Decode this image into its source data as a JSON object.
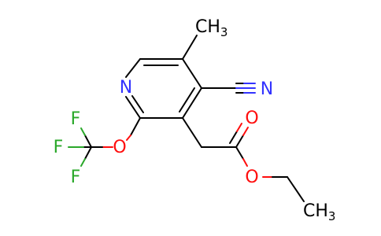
{
  "colors": {
    "bond": "#000000",
    "nitrogen": "#3333ff",
    "oxygen": "#ff0d0d",
    "fluorine": "#2aa82a"
  },
  "atoms": {
    "n_ring": "N",
    "n_nitrile": "N",
    "o_ether": "O",
    "o_carbonyl": "O",
    "o_ester": "O",
    "f1": "F",
    "f2": "F",
    "f3": "F",
    "ch3_top": {
      "main": "CH",
      "sub": "3"
    },
    "ch3_bottom": {
      "main": "CH",
      "sub": "3"
    }
  }
}
